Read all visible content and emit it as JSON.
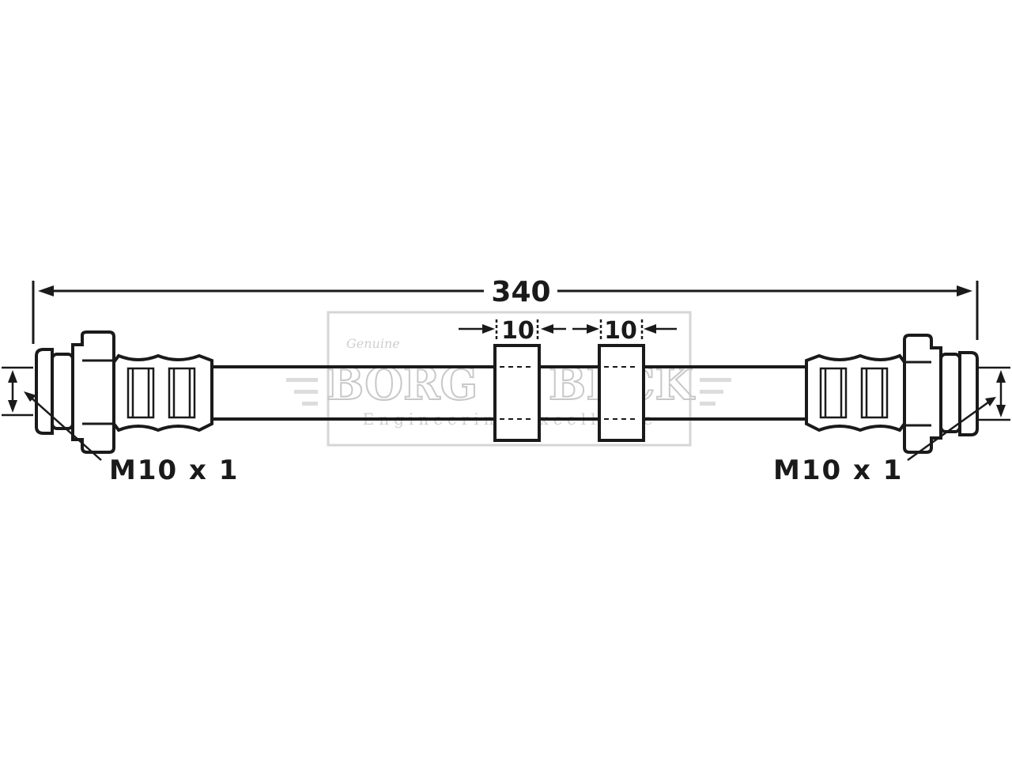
{
  "dimensions": {
    "overall_length": "340",
    "clip_width_left": "10",
    "clip_width_right": "10"
  },
  "threads": {
    "left": "M10 x 1",
    "right": "M10 x 1"
  },
  "watermark": {
    "script": "Genuine",
    "brand": "BORG & BECK",
    "tagline": "Engineering Excellence"
  },
  "colors": {
    "line": "#1a1a1a",
    "watermark": "#c8c8c8",
    "background": "#ffffff"
  }
}
